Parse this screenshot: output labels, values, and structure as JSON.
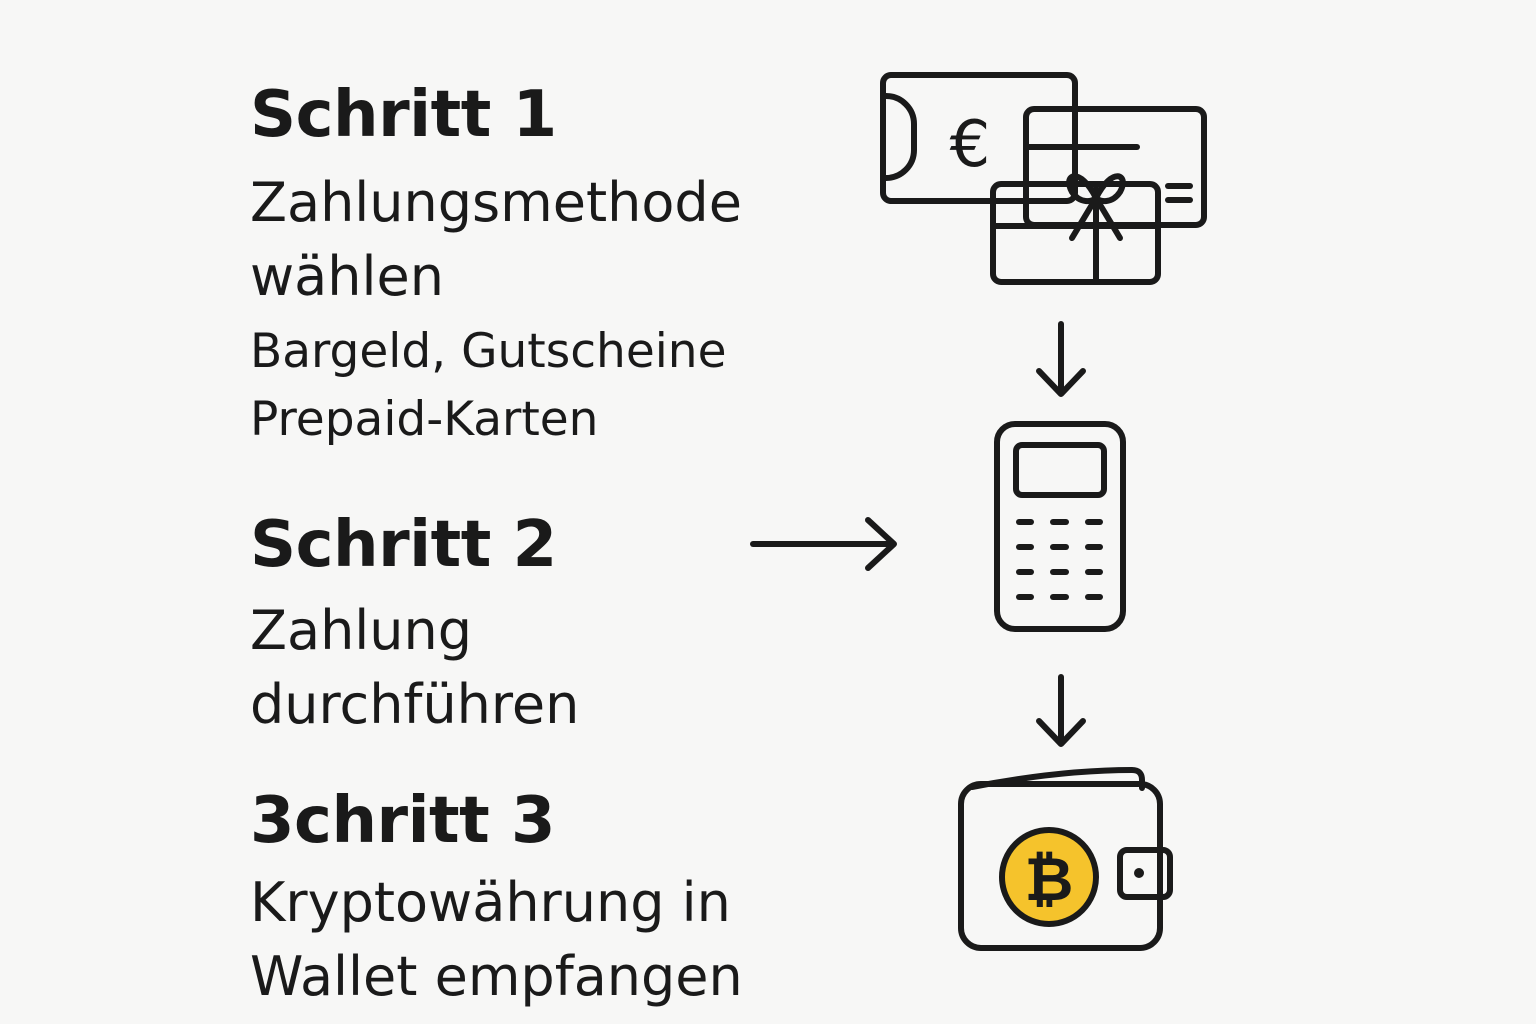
{
  "steps": [
    {
      "title": "Schritt 1",
      "description": [
        "Zahlungsmethode",
        "wählen"
      ],
      "subtext": [
        "Bargeld, Gutscheine",
        "Prepaid-Karten"
      ],
      "icon": "cash-and-gift-cards-icon"
    },
    {
      "title": "Schritt 2",
      "description": [
        "Zahlung",
        "durchführen"
      ],
      "icon": "payment-terminal-icon"
    },
    {
      "title": "3chritt 3",
      "description": [
        "Kryptowährung in",
        "Wallet empfangen"
      ],
      "icon": "bitcoin-wallet-icon"
    }
  ],
  "glyphs": {
    "euro": "€",
    "bitcoin": "₿"
  },
  "colors": {
    "ink": "#1a1a1a",
    "coin": "#f5c32c",
    "background": "#f7f7f6"
  }
}
